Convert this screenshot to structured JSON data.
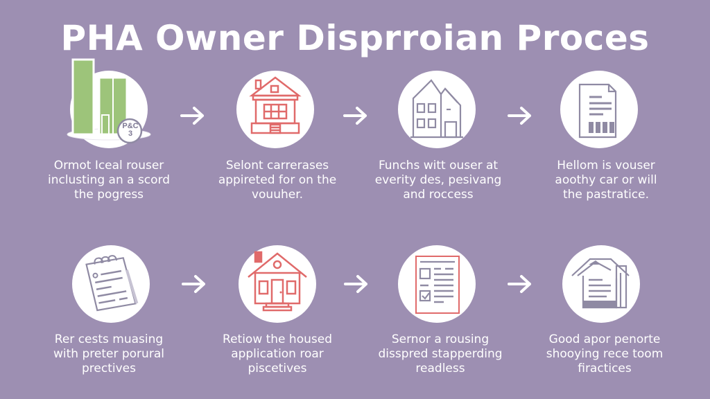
{
  "title": "PHA Owner Disprroian Proces",
  "colors": {
    "background": "#9d8fb2",
    "circle": "#ffffff",
    "accent_red": "#e06a6a",
    "icon_gray": "#8f8aa3",
    "building_green": "#9dc47a",
    "text": "#ffffff"
  },
  "steps": [
    {
      "icon": "green-buildings-icon",
      "badge": "P&C 3",
      "lines": [
        "Ormot Iceal rouser",
        "inclusting an a scord",
        "the pogress"
      ]
    },
    {
      "icon": "red-house-icon",
      "lines": [
        "Selont carrerases",
        "appireted for on the",
        "vouuher."
      ]
    },
    {
      "icon": "townhouse-icon",
      "lines": [
        "Funchs witt ouser at",
        "everity des, pesivang",
        "and roccess"
      ]
    },
    {
      "icon": "document-icon",
      "lines": [
        "Hellom is vouser",
        "aoothy car or will",
        "the pastratice."
      ]
    },
    {
      "icon": "notepad-icon",
      "lines": [
        "Rer cests muasing",
        "with preter porural",
        "prectives"
      ]
    },
    {
      "icon": "house-door-icon",
      "lines": [
        "Retiow the housed",
        "application roar",
        "piscetives"
      ]
    },
    {
      "icon": "checklist-icon",
      "lines": [
        "Sernor a rousing",
        "disspred stapperding",
        "readless"
      ]
    },
    {
      "icon": "house-document-icon",
      "lines": [
        "Good apor penorte",
        "shooying rece toom",
        "firactices"
      ]
    }
  ],
  "arrows": [
    "arrow-right",
    "arrow-right",
    "arrow-right",
    "arrow-right",
    "arrow-right",
    "arrow-right"
  ]
}
